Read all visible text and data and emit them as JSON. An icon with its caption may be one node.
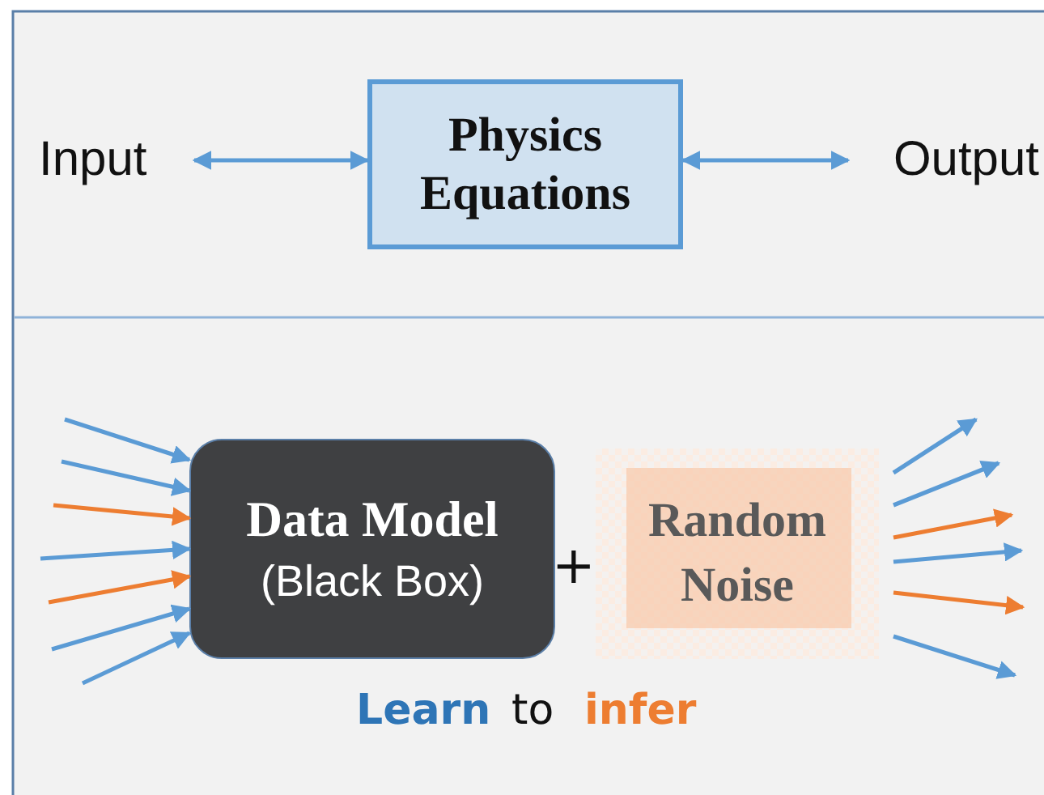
{
  "diagram": {
    "nodes": [
      {
        "text": [
          "Input"
        ]
      },
      {
        "text": [
          "Physics Equations"
        ]
      },
      {
        "text": [
          "Output"
        ]
      },
      {
        "text": [
          "Data Model",
          "(Black Box)"
        ]
      },
      {
        "text": [
          "Random Noise"
        ]
      }
    ],
    "edges": [
      {
        "from": 0,
        "to": 1,
        "arrow": "both"
      },
      {
        "from": 1,
        "to": 2,
        "arrow": "both"
      },
      {
        "from": null,
        "to": 3,
        "arrow": "to"
      },
      {
        "from": null,
        "to": 3,
        "arrow": "to"
      },
      {
        "from": null,
        "to": 3,
        "arrow": "to",
        "color": "#ed7d31"
      },
      {
        "from": null,
        "to": 3,
        "arrow": "to"
      },
      {
        "from": null,
        "to": 3,
        "arrow": "to",
        "color": "#ed7d31"
      },
      {
        "from": null,
        "to": 3,
        "arrow": "to"
      },
      {
        "from": null,
        "to": 3,
        "arrow": "to"
      },
      {
        "from": 4,
        "to": null,
        "arrow": "to"
      },
      {
        "from": 4,
        "to": null,
        "arrow": "to"
      },
      {
        "from": 4,
        "to": null,
        "arrow": "to",
        "color": "#ed7d31"
      },
      {
        "from": 4,
        "to": null,
        "arrow": "to"
      },
      {
        "from": 4,
        "to": null,
        "arrow": "to",
        "color": "#ed7d31"
      },
      {
        "from": 4,
        "to": null,
        "arrow": "to"
      }
    ],
    "labels": [
      "+",
      "Learn",
      "to",
      "infer"
    ]
  }
}
